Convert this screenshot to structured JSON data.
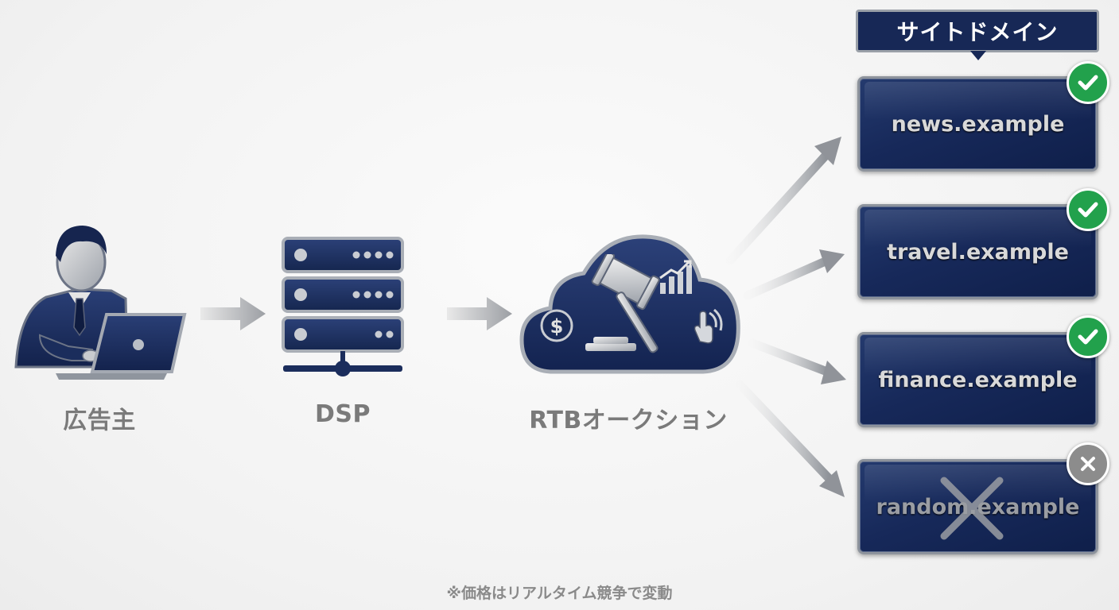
{
  "nodes": {
    "advertiser": {
      "label": "広告主"
    },
    "dsp": {
      "label": "DSP"
    },
    "auction": {
      "label": "RTBオークション"
    }
  },
  "site_domains": {
    "header": "サイトドメイン",
    "items": [
      {
        "domain": "news.example",
        "status": "accepted"
      },
      {
        "domain": "travel.example",
        "status": "accepted"
      },
      {
        "domain": "finance.example",
        "status": "accepted"
      },
      {
        "domain": "random.example",
        "status": "rejected"
      }
    ]
  },
  "auction_icons": [
    "gavel-icon",
    "dollar-coin-icon",
    "chart-up-icon",
    "tap-hand-icon"
  ],
  "footnote": "※価格はリアルタイム競争で変動",
  "colors": {
    "navy": "#172856",
    "accepted": "#22a14c",
    "rejected": "#8c8c8c",
    "silver": "#9aa0a8",
    "label_gray": "#7a7a7a"
  }
}
